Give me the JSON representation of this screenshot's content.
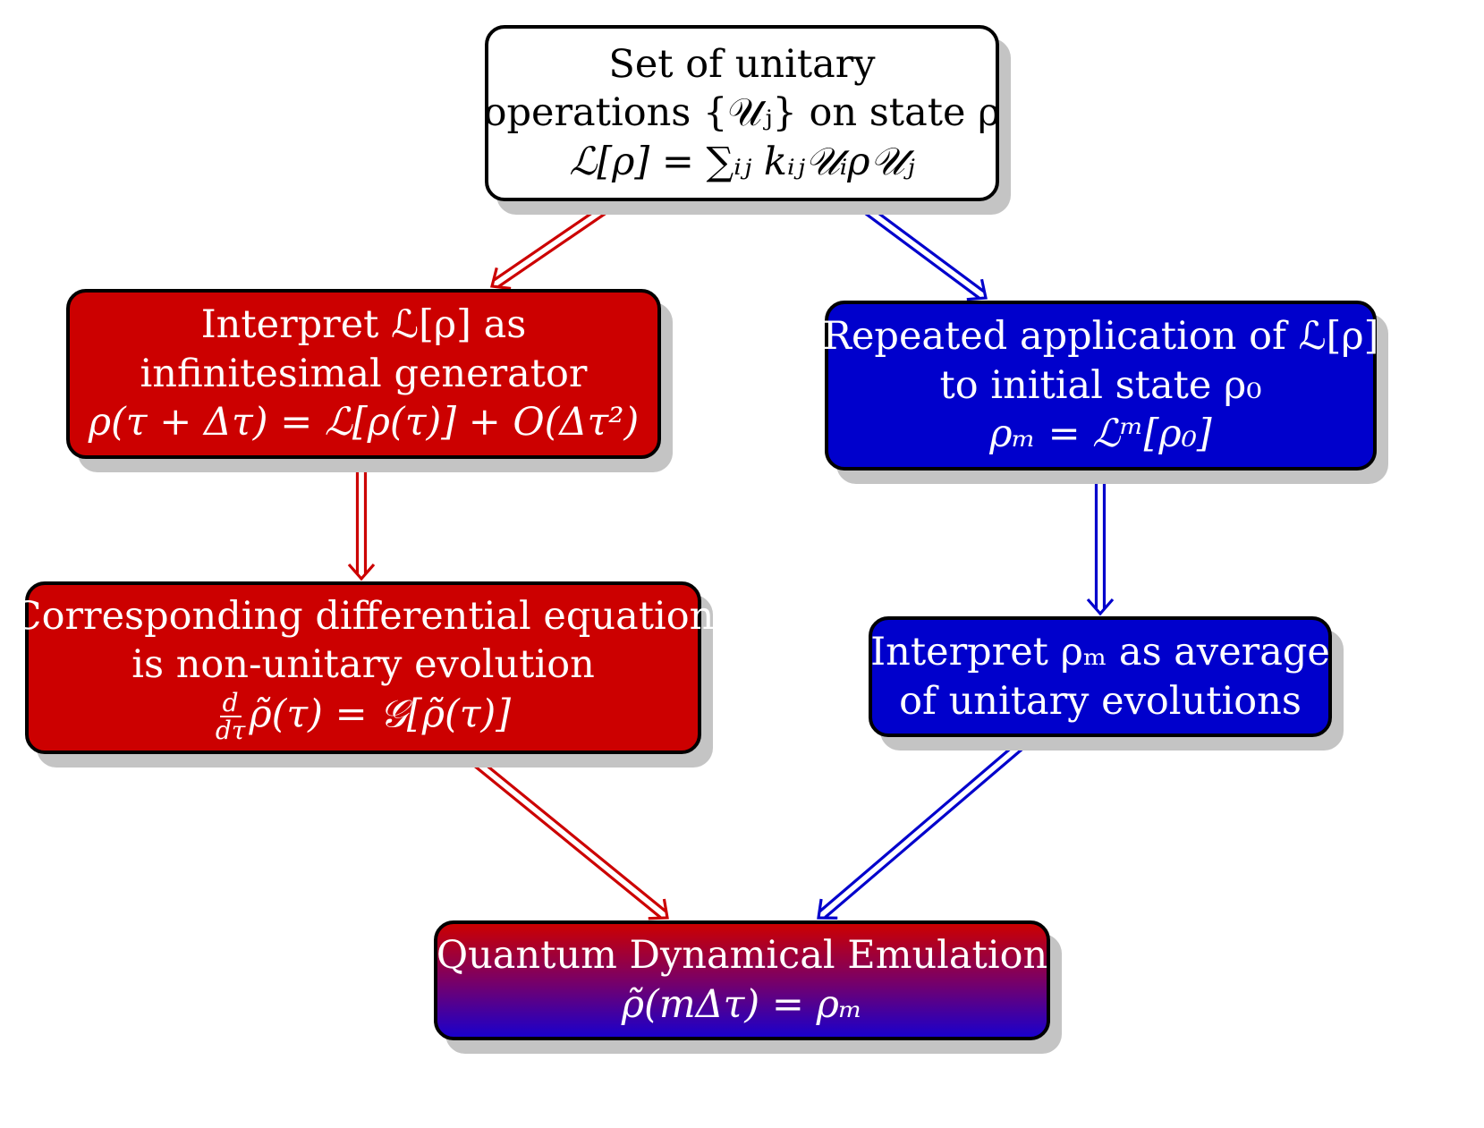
{
  "colors": {
    "red": "#cc0000",
    "blue": "#0000cc",
    "white": "#ffffff",
    "border": "#000000",
    "shadow": "#c4c4c4",
    "arrow_red": "#cc0000",
    "arrow_blue": "#0000cc"
  },
  "nodes": {
    "top": {
      "line1": "Set of unitary",
      "line2": "operations {𝒰ⱼ} on state ρ",
      "line3": "ℒ[ρ] = ∑ᵢⱼ kᵢⱼ𝒰ᵢρ𝒰ⱼ"
    },
    "left1": {
      "line1": "Interpret ℒ[ρ] as",
      "line2": "infinitesimal generator",
      "line3": "ρ(τ + Δτ) = ℒ[ρ(τ)] + O(Δτ²)"
    },
    "left2": {
      "line1": "Corresponding differential equation",
      "line2": "is non-unitary evolution",
      "frac_num": "d",
      "frac_den": "dτ",
      "line3": "ρ̃(τ) = 𝒢[ρ̃(τ)]"
    },
    "right1": {
      "line1": "Repeated application of ℒ[ρ]",
      "line2": "to initial state ρ₀",
      "line3": "ρₘ = ℒᵐ[ρ₀]"
    },
    "right2": {
      "line1": "Interpret ρₘ as average",
      "line2": "of unitary evolutions"
    },
    "bottom": {
      "line1": "Quantum Dynamical Emulation",
      "line2": "ρ̃(mΔτ) = ρₘ"
    }
  }
}
